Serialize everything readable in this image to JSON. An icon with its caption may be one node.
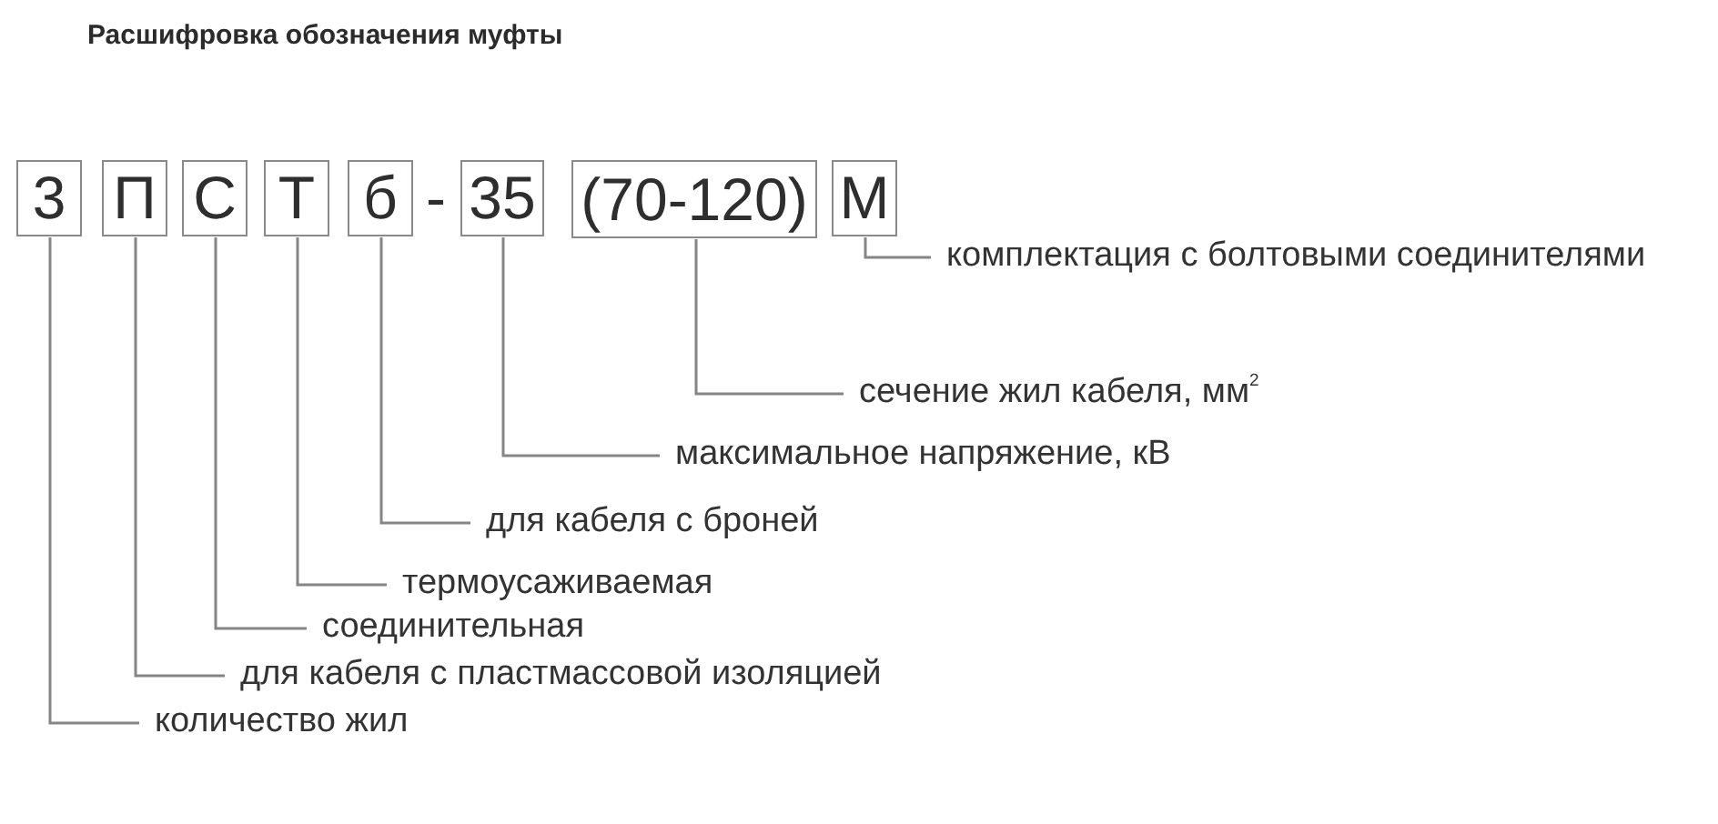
{
  "diagram": {
    "title": "Расшифровка обозначения муфты",
    "nodes": [
      {
        "text": [
          "3"
        ]
      },
      {
        "text": [
          "П"
        ]
      },
      {
        "text": [
          "С"
        ]
      },
      {
        "text": [
          "Т"
        ]
      },
      {
        "text": [
          "б"
        ]
      },
      {
        "text": [
          "35"
        ]
      },
      {
        "text": [
          "(70-120)"
        ]
      },
      {
        "text": [
          "М"
        ]
      },
      {
        "text": [
          "комплектация с болтовыми соединителями"
        ]
      },
      {
        "text": [
          "сечение жил кабеля, мм$^{2}$"
        ]
      },
      {
        "text": [
          "максимальное напряжение, кВ"
        ]
      },
      {
        "text": [
          "для кабеля с броней"
        ]
      },
      {
        "text": [
          "термоусаживаемая"
        ]
      },
      {
        "text": [
          "соединительная"
        ]
      },
      {
        "text": [
          "для кабеля с пластмассовой изоляцией"
        ]
      },
      {
        "text": [
          "количество жил"
        ]
      }
    ],
    "edges": [
      {
        "from": 7,
        "to": 8,
        "arrow": "none"
      },
      {
        "from": 6,
        "to": 9,
        "arrow": "none"
      },
      {
        "from": 5,
        "to": 10,
        "arrow": "none"
      },
      {
        "from": 4,
        "to": 11,
        "arrow": "none"
      },
      {
        "from": 3,
        "to": 12,
        "arrow": "none"
      },
      {
        "from": 2,
        "to": 13,
        "arrow": "none"
      },
      {
        "from": 1,
        "to": 14,
        "arrow": "none"
      },
      {
        "from": 0,
        "to": 15,
        "arrow": "none"
      }
    ],
    "labels": [
      "-"
    ]
  }
}
